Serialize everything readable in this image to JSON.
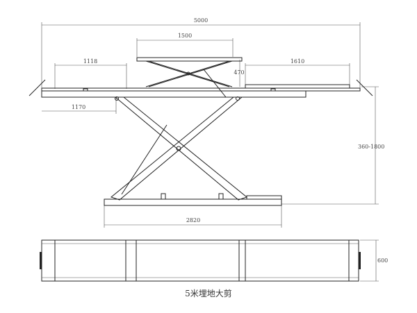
{
  "dimensions": {
    "overall_length": "5000",
    "upper_platform_length": "1500",
    "left_extension": "1118",
    "right_extension": "1610",
    "upper_lift_height": "470",
    "left_offset": "1170",
    "lift_height_range": "360-1800",
    "base_length": "2820",
    "width": "600"
  },
  "caption": "5米埋地大剪"
}
